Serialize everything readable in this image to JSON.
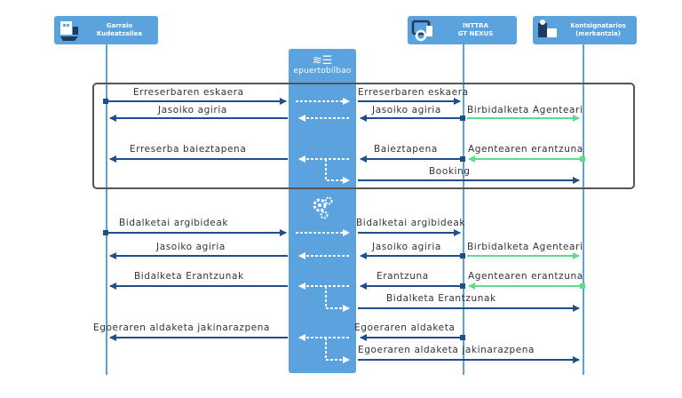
{
  "actors": {
    "garraio": {
      "line1": "Garraio",
      "line2": "Kudeatzailea",
      "icon": "ship-terminal-icon"
    },
    "inttra": {
      "line1": "INTTRA",
      "line2": "GT NEXUS",
      "icon": "inttra-gtnexus-icon"
    },
    "kontsignatarios": {
      "line1": "Kontsignatarios",
      "line2": "(merkantzia)",
      "icon": "shipping-agent-icon"
    }
  },
  "platform": {
    "name": "epuertobilbao",
    "logo": "waves-logo-icon"
  },
  "process_icon": "gears-icon",
  "messages": {
    "m1": "Erreserbaren eskaera",
    "m2": "Erreserbaren eskaera",
    "m3": "Jasoiko agiria",
    "m4": "Jasoiko agiria",
    "m5": "Birbidalketa Agenteari",
    "m6": "Erreserba baieztapena",
    "m7": "Baieztapena",
    "m8": "Agentearen erantzuna",
    "m9": "Booking",
    "m10": "Bidalketai argibideak",
    "m11": "Bidalketai argibideak",
    "m12": "Jasoiko agiria",
    "m13": "Jasoiko agiria",
    "m14": "Birbidalketa Agenteari",
    "m15": "Bidalketa Erantzunak",
    "m16": "Erantzuna",
    "m17": "Agentearen erantzuna",
    "m18": "Bidalketa Erantzunak",
    "m19": "Egoeraren aldaketa jakinarazpena",
    "m20": "Egoeraren aldaketa",
    "m21": "Egoeraren aldaketa jakinarazpena"
  },
  "colors": {
    "actor": "#5ba3df",
    "arrow": "#1f4e8c",
    "agent_arrow": "#5ddc8a",
    "frame": "#555555"
  }
}
